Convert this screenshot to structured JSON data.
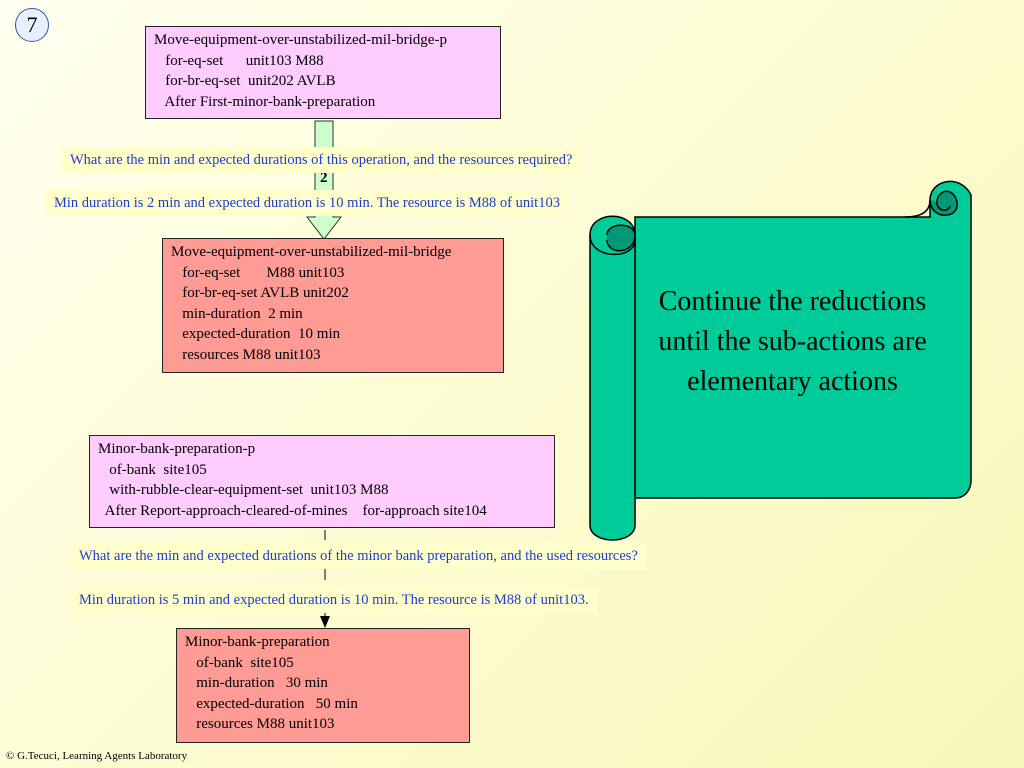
{
  "slide_number": "7",
  "top_box": {
    "lines": [
      "Move-equipment-over-unstabilized-mil-bridge-p",
      "   for-eq-set      unit103 M88",
      "   for-br-eq-set  unit202 AVLB",
      "   After First-minor-bank-preparation"
    ]
  },
  "question_1": "What are the min and expected durations of this operation, and the resources required?",
  "arrow_label": "2",
  "answer_1": "Min duration is 2 min and expected duration is 10 min. The resource is M88 of unit103",
  "mid_box": {
    "lines": [
      "Move-equipment-over-unstabilized-mil-bridge",
      "   for-eq-set       M88 unit103",
      "   for-br-eq-set AVLB unit202",
      "   min-duration  2 min",
      "   expected-duration  10 min",
      "   resources M88 unit103"
    ]
  },
  "scroll_text": "Continue the reductions until the sub-actions are elementary actions",
  "lower_box": {
    "lines": [
      "Minor-bank-preparation-p",
      "   of-bank  site105",
      "   with-rubble-clear-equipment-set  unit103 M88",
      "  After Report-approach-cleared-of-mines    for-approach site104"
    ]
  },
  "question_2": "What are the min and expected durations of the minor bank preparation, and the used resources?",
  "answer_2": "Min duration is 5 min and expected duration is 10 min. The resource is M88 of unit103.",
  "bottom_box": {
    "lines": [
      "Minor-bank-preparation",
      "   of-bank  site105",
      "   min-duration   30 min",
      "   expected-duration   50 min",
      "   resources M88 unit103"
    ]
  },
  "footer": "© G.Tecuci, Learning Agents Laboratory",
  "colors": {
    "pink_box": "#ffccff",
    "red_box": "#ff9b95",
    "scroll_green": "#00cc99",
    "qa_text": "#1f3dcc",
    "arrow_green": "#ccffcc"
  }
}
